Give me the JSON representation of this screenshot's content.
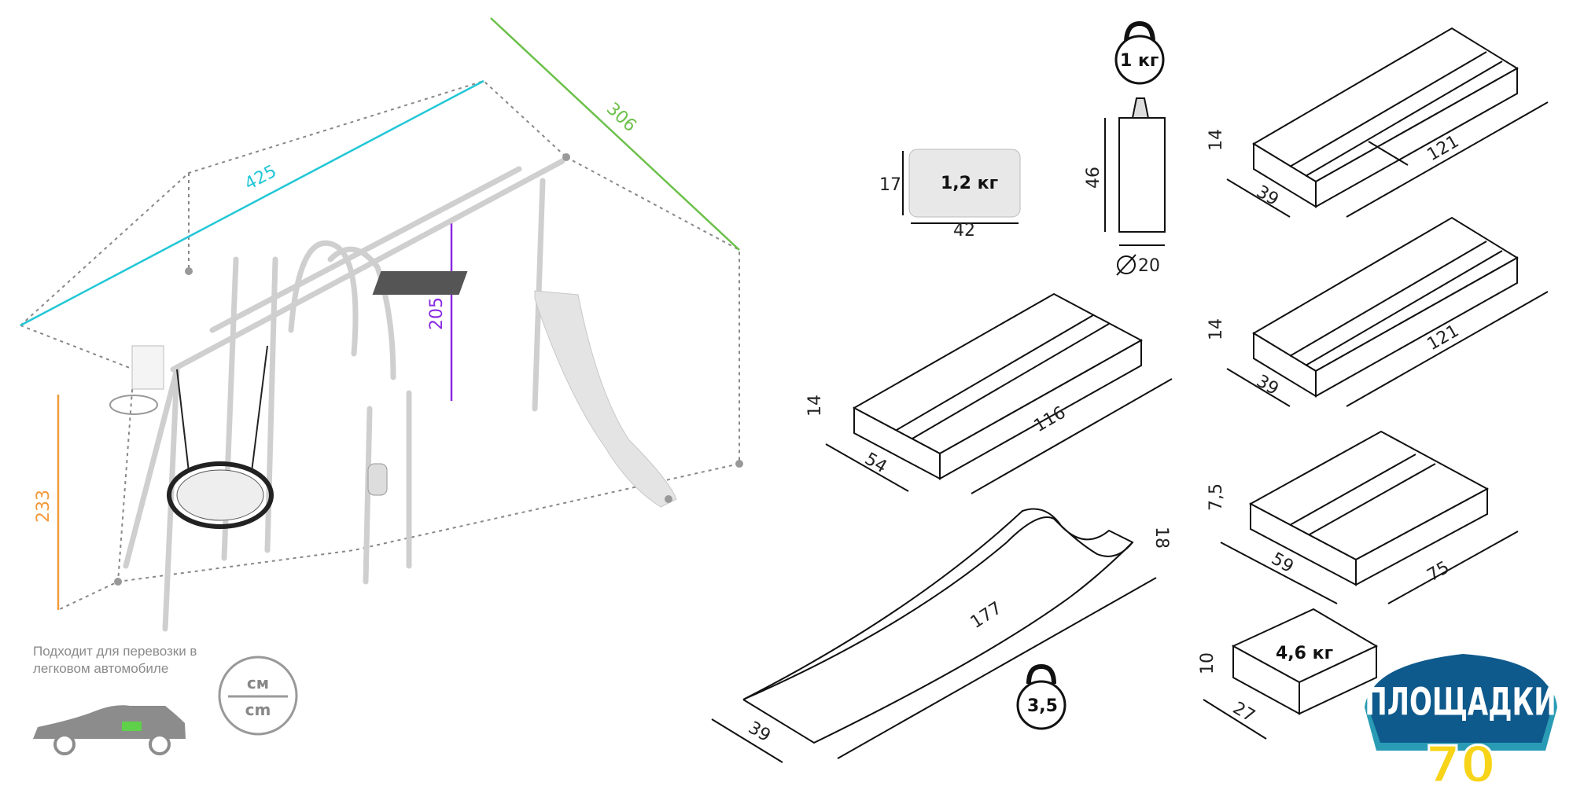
{
  "playset": {
    "width": "425",
    "depth": "306",
    "height": "233",
    "swing_height": "205",
    "colors": {
      "width": "#22c7d6",
      "depth": "#6cc04a",
      "height": "#f39a3c",
      "swing": "#8a2be2"
    }
  },
  "packages": {
    "sand_bag": {
      "weight": "1,2 кг",
      "height": "17",
      "width": "42"
    },
    "kettlebell_small": {
      "weight": "1 кг"
    },
    "punch_bag": {
      "height": "46",
      "diameter": "20"
    },
    "box_a": {
      "h": "14",
      "d": "39",
      "l": "121"
    },
    "box_b": {
      "h": "14",
      "d": "39",
      "l": "121"
    },
    "box_c": {
      "h": "14",
      "d": "54",
      "l": "116"
    },
    "box_d": {
      "h": "7,5",
      "d": "59",
      "l": "75"
    },
    "box_e": {
      "h": "10",
      "d": "27",
      "weight": "4,6 кг"
    },
    "slide": {
      "l": "177",
      "w": "39",
      "h": "18",
      "weight": "3,5"
    }
  },
  "transport_note": "Подходит для перевозки в легковом автомобиле",
  "units": {
    "ru": "см",
    "en": "cm"
  },
  "logo": {
    "text": "ПЛОЩАДКИ",
    "number": "70",
    "colors": {
      "blue": "#0f5a8c",
      "yellow": "#f7d417"
    }
  }
}
